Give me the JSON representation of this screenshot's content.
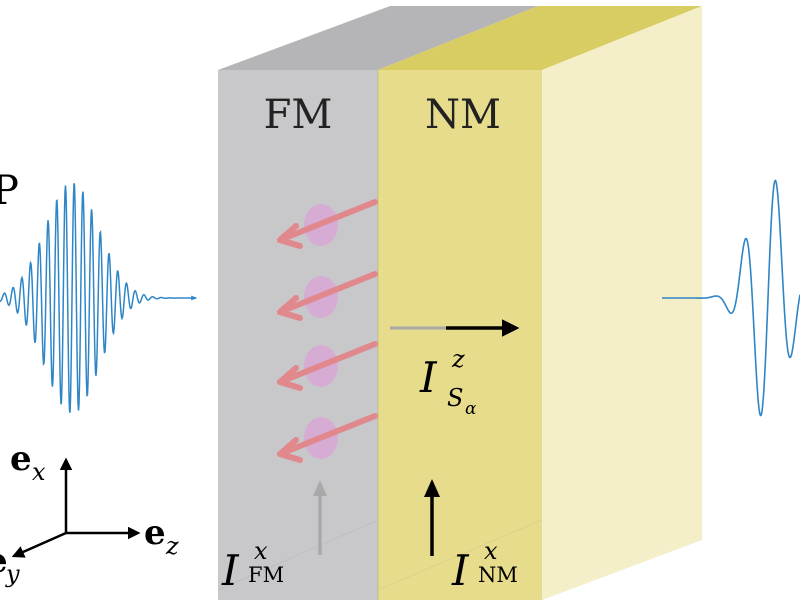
{
  "labels": {
    "fm": "FM",
    "nm": "NM",
    "pulse_letter": "P",
    "current_fm": {
      "main": "I",
      "sup": "x",
      "sub": "FM"
    },
    "current_nm": {
      "main": "I",
      "sup": "x",
      "sub": "NM"
    },
    "spin_current": {
      "main": "I",
      "sup": "z",
      "sub": "S",
      "subsub": "α"
    },
    "axis_x": {
      "main": "e",
      "sub": "x"
    },
    "axis_z": {
      "main": "e",
      "sub": "z"
    },
    "axis_y": {
      "main": "e",
      "sub": "y"
    }
  },
  "colors": {
    "fm_front": "#c8c8cb",
    "fm_top": "#b5b5b8",
    "nm_front": "#e7dc8c",
    "nm_top": "#d8cd62",
    "nm_side": "#f4efc9",
    "wave": "#2f86c6",
    "spin_arrow": "#e0888c",
    "spin_blob": "#d8a6d6",
    "arrow_dark": "#000000",
    "arrow_faded": "#a9a9a9"
  }
}
